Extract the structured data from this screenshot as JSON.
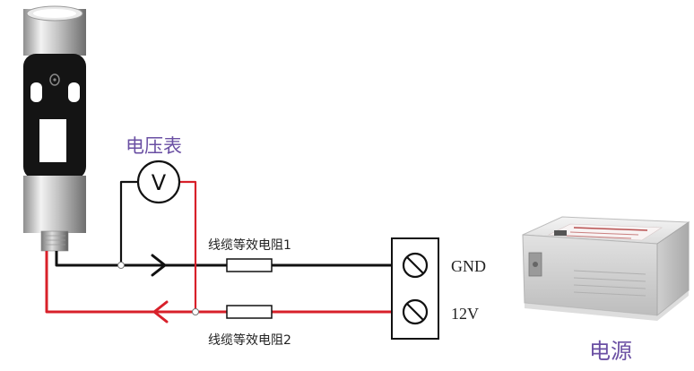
{
  "labels": {
    "voltmeter_title": "电压表",
    "voltmeter_symbol": "V",
    "resistor1": "线缆等效电阻1",
    "resistor2": "线缆等效电阻2",
    "terminal_gnd": "GND",
    "terminal_12v": "12V",
    "power_supply": "电源"
  },
  "colors": {
    "ground_wire": "#111111",
    "positive_wire": "#d8202a",
    "voltmeter_label": "#6a4fa3",
    "power_label": "#6a4fa3"
  },
  "icons": {
    "sensor": "cylindrical-sensor",
    "voltmeter": "voltmeter-circle",
    "resistor": "resistor-box",
    "terminal": "screw-terminal",
    "power_supply": "power-supply-box"
  }
}
